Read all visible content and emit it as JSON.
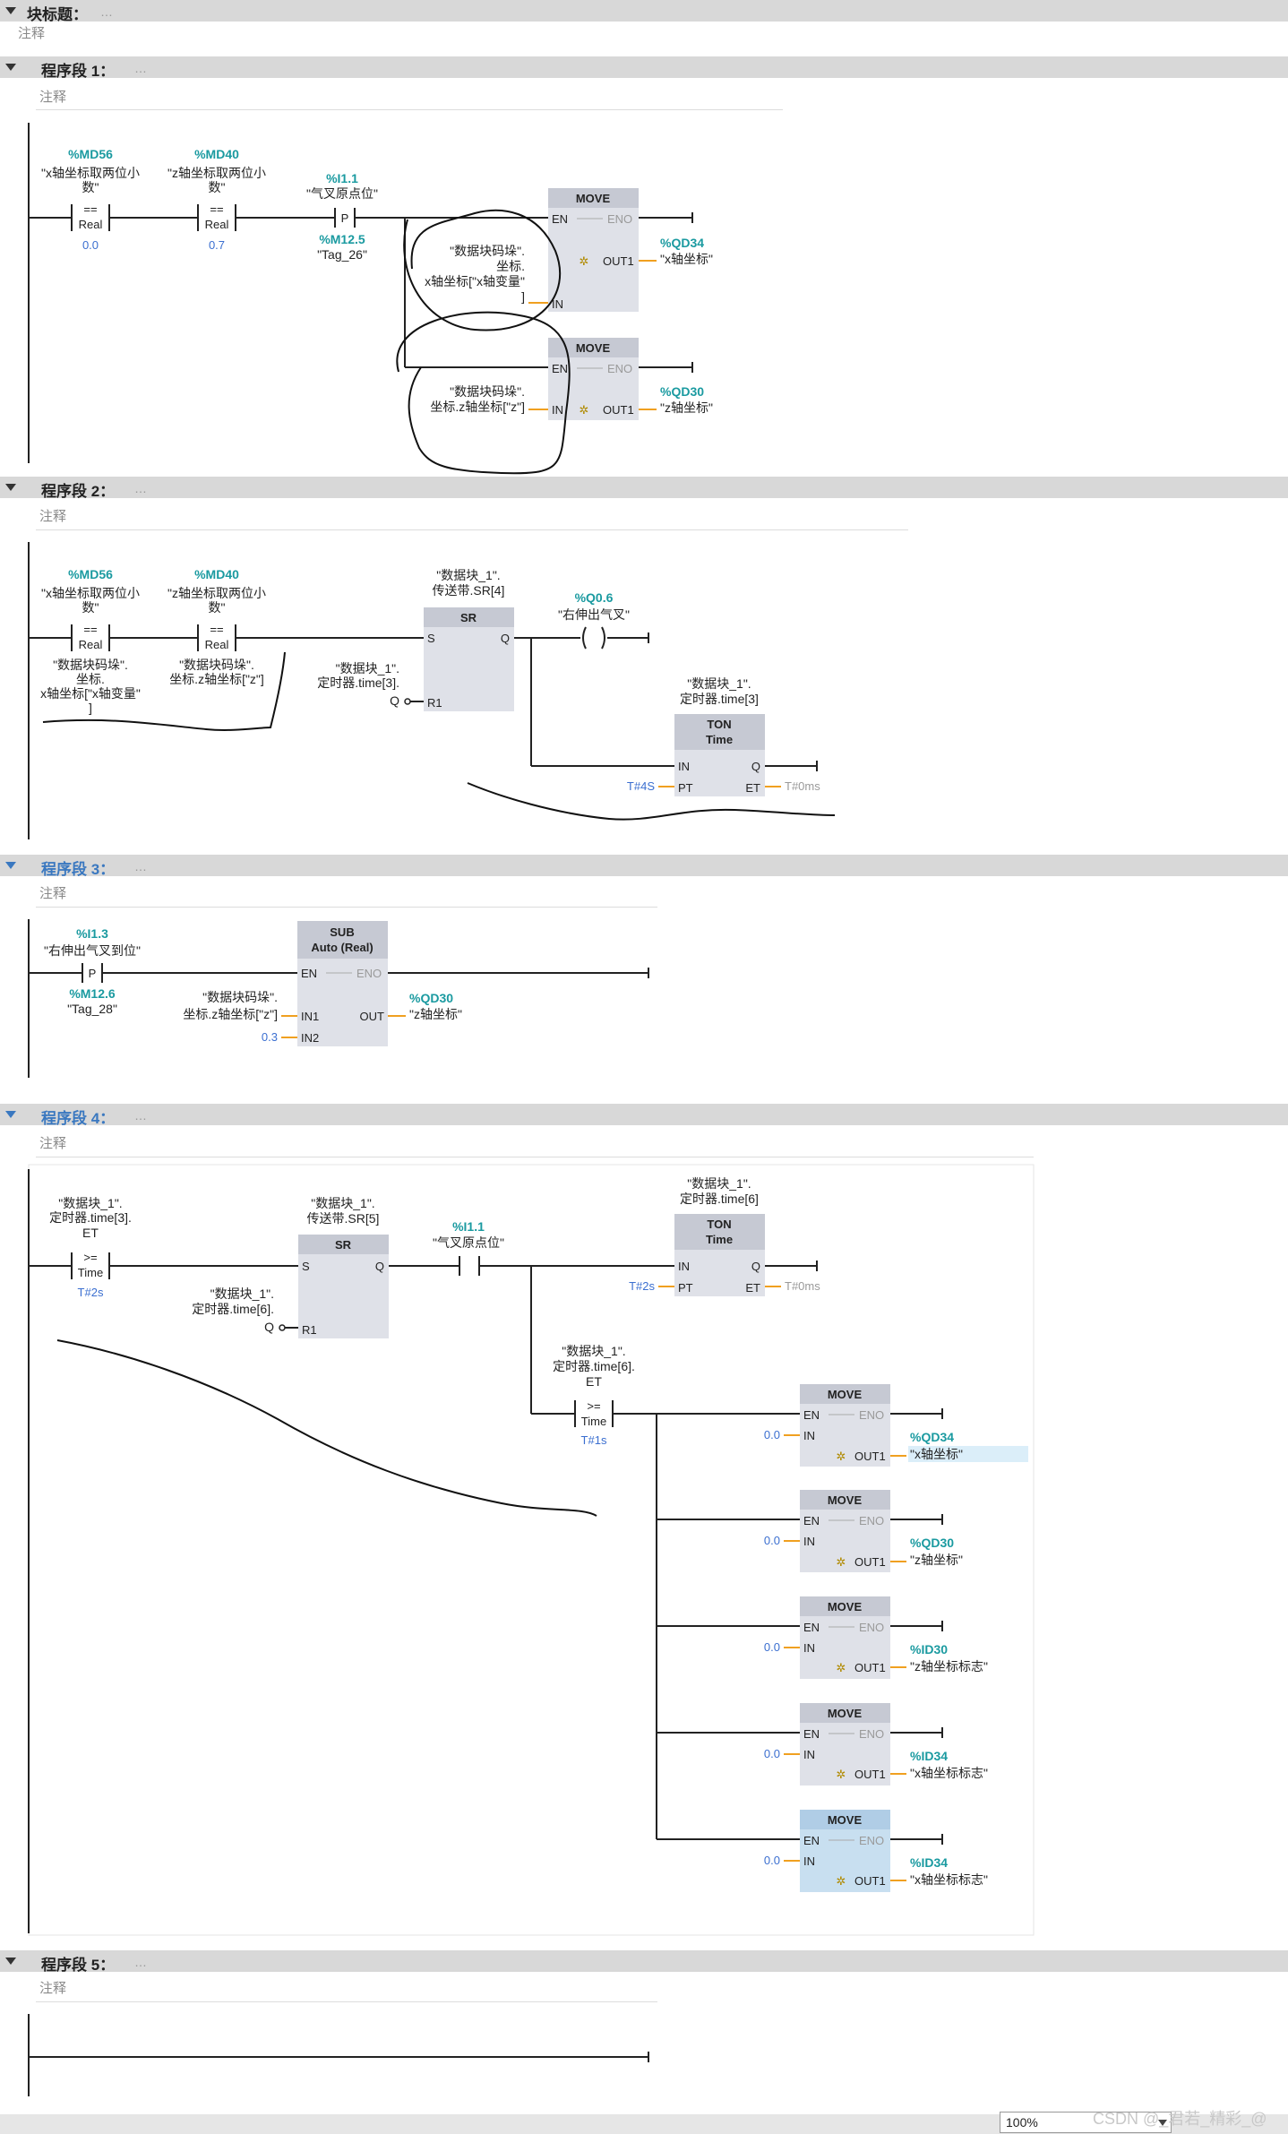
{
  "block": {
    "title": "块标题：",
    "dots": "…",
    "comment": "注释"
  },
  "networks": [
    {
      "title": "程序段 1：",
      "dots": "…",
      "comment": "注释"
    },
    {
      "title": "程序段 2：",
      "dots": "…",
      "comment": "注释"
    },
    {
      "title": "程序段 3：",
      "dots": "…",
      "comment": "注释"
    },
    {
      "title": "程序段 4：",
      "dots": "…",
      "comment": "注释"
    },
    {
      "title": "程序段 5：",
      "dots": "…",
      "comment": "注释"
    }
  ],
  "n1": {
    "c1": {
      "addr": "%MD56",
      "l1": "\"x轴坐标取两位小",
      "l2": "数\"",
      "op": "==",
      "type": "Real",
      "val": "0.0"
    },
    "c2": {
      "addr": "%MD40",
      "l1": "\"z轴坐标取两位小",
      "l2": "数\"",
      "op": "==",
      "type": "Real",
      "val": "0.7"
    },
    "p": {
      "addr": "%I1.1",
      "sym": "\"气叉原点位\"",
      "letter": "P",
      "maddr": "%M12.5",
      "msym": "\"Tag_26\""
    },
    "mv1": {
      "title": "MOVE",
      "en": "EN",
      "eno": "ENO",
      "in": "IN",
      "out": "OUT1",
      "in_l1": "\"数据块码垛\".",
      "in_l2": "坐标.",
      "in_l3": "x轴坐标[\"x轴变量\"",
      "in_l4": "]",
      "out_addr": "%QD34",
      "out_sym": "\"x轴坐标\""
    },
    "mv2": {
      "title": "MOVE",
      "en": "EN",
      "eno": "ENO",
      "in": "IN",
      "out": "OUT1",
      "in_l1": "\"数据块码垛\".",
      "in_l2": "坐标.z轴坐标[\"z\"]",
      "out_addr": "%QD30",
      "out_sym": "\"z轴坐标\""
    }
  },
  "n2": {
    "c1": {
      "addr": "%MD56",
      "l1": "\"x轴坐标取两位小",
      "l2": "数\"",
      "op": "==",
      "type": "Real",
      "b1": "\"数据块码垛\".",
      "b2": "坐标.",
      "b3": "x轴坐标[\"x轴变量\"",
      "b4": "]"
    },
    "c2": {
      "addr": "%MD40",
      "l1": "\"z轴坐标取两位小",
      "l2": "数\"",
      "op": "==",
      "type": "Real",
      "b1": "\"数据块码垛\".",
      "b2": "坐标.z轴坐标[\"z\"]"
    },
    "sr": {
      "t1": "\"数据块_1\".",
      "t2": "传送带.SR[4]",
      "title": "SR",
      "s": "S",
      "q": "Q",
      "r1": "R1",
      "r1_l1": "\"数据块_1\".",
      "r1_l2": "定时器.time[3].",
      "r1_l3": "Q"
    },
    "coil": {
      "addr": "%Q0.6",
      "sym": "\"右伸出气叉\""
    },
    "ton": {
      "t1": "\"数据块_1\".",
      "t2": "定时器.time[3]",
      "title": "TON",
      "sub": "Time",
      "in": "IN",
      "q": "Q",
      "pt": "PT",
      "et": "ET",
      "pt_val": "T#4S",
      "et_val": "T#0ms"
    }
  },
  "n3": {
    "p": {
      "addr": "%I1.3",
      "sym": "\"右伸出气叉到位\"",
      "letter": "P",
      "maddr": "%M12.6",
      "msym": "\"Tag_28\""
    },
    "sub": {
      "title": "SUB",
      "sub": "Auto (Real)",
      "en": "EN",
      "eno": "ENO",
      "in1": "IN1",
      "in2": "IN2",
      "out": "OUT",
      "in1_l1": "\"数据块码垛\".",
      "in1_l2": "坐标.z轴坐标[\"z\"]",
      "in2_val": "0.3",
      "out_addr": "%QD30",
      "out_sym": "\"z轴坐标\""
    }
  },
  "n4": {
    "c1": {
      "l1": "\"数据块_1\".",
      "l2": "定时器.time[3].",
      "l3": "ET",
      "op": ">=",
      "type": "Time",
      "val": "T#2s"
    },
    "sr": {
      "t1": "\"数据块_1\".",
      "t2": "传送带.SR[5]",
      "title": "SR",
      "s": "S",
      "q": "Q",
      "r1": "R1",
      "r1_l1": "\"数据块_1\".",
      "r1_l2": "定时器.time[6].",
      "r1_l3": "Q"
    },
    "c2": {
      "addr": "%I1.1",
      "sym": "\"气叉原点位\""
    },
    "ton": {
      "t1": "\"数据块_1\".",
      "t2": "定时器.time[6]",
      "title": "TON",
      "sub": "Time",
      "in": "IN",
      "q": "Q",
      "pt": "PT",
      "et": "ET",
      "pt_val": "T#2s",
      "et_val": "T#0ms"
    },
    "c3": {
      "l1": "\"数据块_1\".",
      "l2": "定时器.time[6].",
      "l3": "ET",
      "op": ">=",
      "type": "Time",
      "val": "T#1s"
    },
    "moves": [
      {
        "title": "MOVE",
        "en": "EN",
        "eno": "ENO",
        "in": "IN",
        "out": "OUT1",
        "in_val": "0.0",
        "out_addr": "%QD34",
        "out_sym": "\"x轴坐标\""
      },
      {
        "title": "MOVE",
        "en": "EN",
        "eno": "ENO",
        "in": "IN",
        "out": "OUT1",
        "in_val": "0.0",
        "out_addr": "%QD30",
        "out_sym": "\"z轴坐标\""
      },
      {
        "title": "MOVE",
        "en": "EN",
        "eno": "ENO",
        "in": "IN",
        "out": "OUT1",
        "in_val": "0.0",
        "out_addr": "%ID30",
        "out_sym": "\"z轴坐标标志\""
      },
      {
        "title": "MOVE",
        "en": "EN",
        "eno": "ENO",
        "in": "IN",
        "out": "OUT1",
        "in_val": "0.0",
        "out_addr": "%ID34",
        "out_sym": "\"x轴坐标标志\""
      },
      {
        "title": "MOVE",
        "en": "EN",
        "eno": "ENO",
        "in": "IN",
        "out": "OUT1",
        "in_val": "0.0",
        "out_addr": "%ID34",
        "out_sym": "\"x轴坐标标志\""
      }
    ]
  },
  "status": {
    "zoom": "100%",
    "watermark": "CSDN @_君若_精彩_@"
  }
}
